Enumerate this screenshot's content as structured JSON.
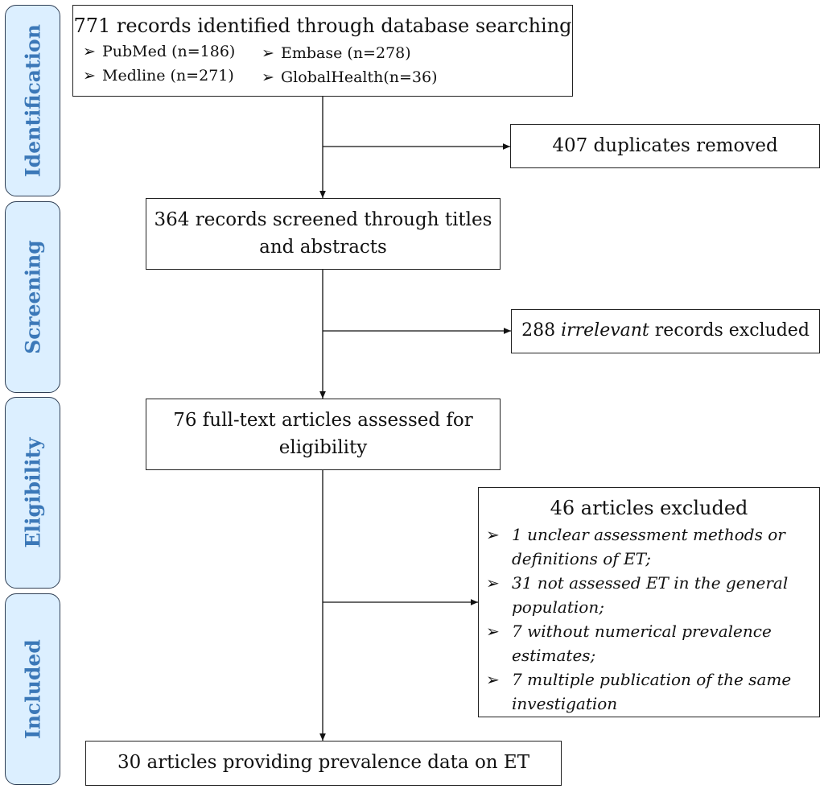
{
  "stages": [
    {
      "label": "Identification"
    },
    {
      "label": "Screening"
    },
    {
      "label": "Eligibility"
    },
    {
      "label": "Included"
    }
  ],
  "identified": {
    "title": "771 records identified through database searching",
    "sources": [
      {
        "mark": "➢",
        "text": "PubMed (n=186)"
      },
      {
        "mark": "➢",
        "text": "Embase (n=278)"
      },
      {
        "mark": "➢",
        "text": "Medline (n=271)"
      },
      {
        "mark": "➢",
        "text": "GlobalHealth(n=36)"
      }
    ]
  },
  "duplicates": {
    "text": "407 duplicates removed"
  },
  "screened": {
    "line1": "364 records screened through titles",
    "line2": "and abstracts"
  },
  "irrelevant": {
    "count": "288",
    "emph": "irrelevant",
    "rest": "records excluded"
  },
  "fulltext": {
    "line1": "76 full-text articles assessed for",
    "line2": "eligibility"
  },
  "excluded": {
    "title": "46 articles excluded",
    "mark": "➢",
    "items": [
      {
        "line1": "1 unclear assessment methods or",
        "line2": "definitions of ET;"
      },
      {
        "line1": "31 not assessed ET in the general",
        "line2": "population;"
      },
      {
        "line1": "7 without numerical prevalence",
        "line2": "estimates;"
      },
      {
        "line1": "7 multiple publication of the same",
        "line2": "investigation"
      }
    ]
  },
  "included": {
    "text": "30 articles providing prevalence data on ET"
  }
}
